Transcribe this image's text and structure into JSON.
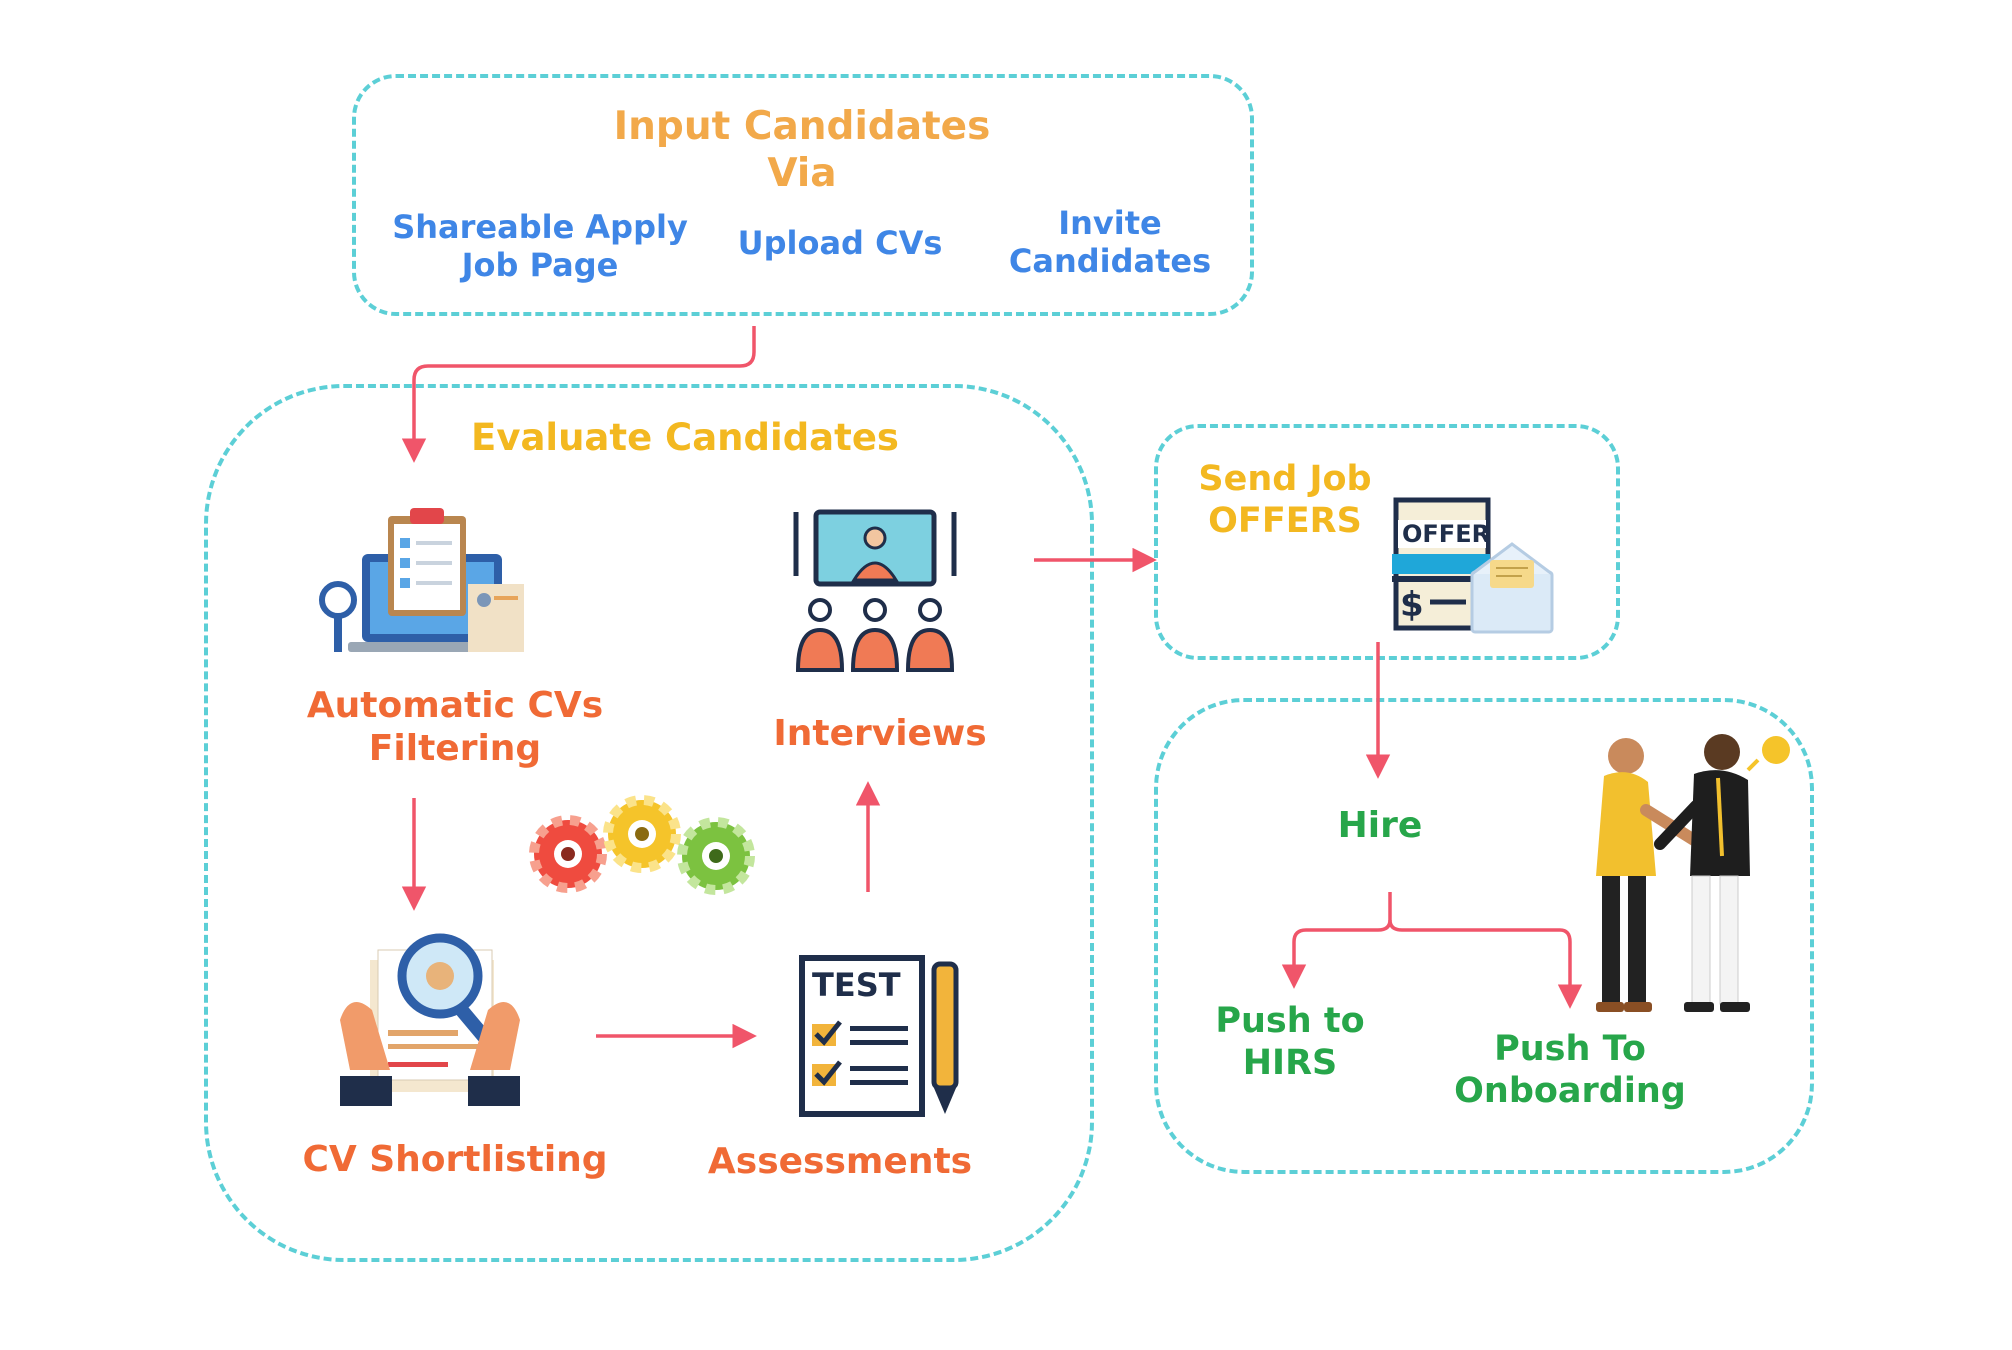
{
  "input_section": {
    "title": "Input Candidates\nVia",
    "options": [
      "Shareable Apply\nJob Page",
      "Upload CVs",
      "Invite\nCandidates"
    ]
  },
  "evaluate_section": {
    "title": "Evaluate Candidates",
    "steps": {
      "filtering": "Automatic CVs\nFiltering",
      "shortlisting": "CV Shortlisting",
      "assessments": "Assessments",
      "interviews": "Interviews"
    }
  },
  "offer_section": {
    "title": "Send Job\nOFFERS",
    "offer_card_label": "OFFER",
    "currency_symbol": "$"
  },
  "hire_section": {
    "title": "Hire",
    "push_hirs": "Push to\nHIRS",
    "push_onboarding": "Push To\nOnboarding"
  },
  "assessment_card_label": "TEST",
  "colors": {
    "dashed_border": "#5ccfd6",
    "arrow": "#f0556a",
    "input_title": "#f2a94a",
    "section_title": "#f3b820",
    "input_options": "#3f86e6",
    "step_labels": "#f06a35",
    "hire_labels": "#27a64a"
  },
  "icons": [
    "clipboard-laptop-icon",
    "magnifier-document-icon",
    "test-sheet-icon",
    "video-interview-icon",
    "gears-icon",
    "offer-letter-icon",
    "handshake-icon"
  ]
}
